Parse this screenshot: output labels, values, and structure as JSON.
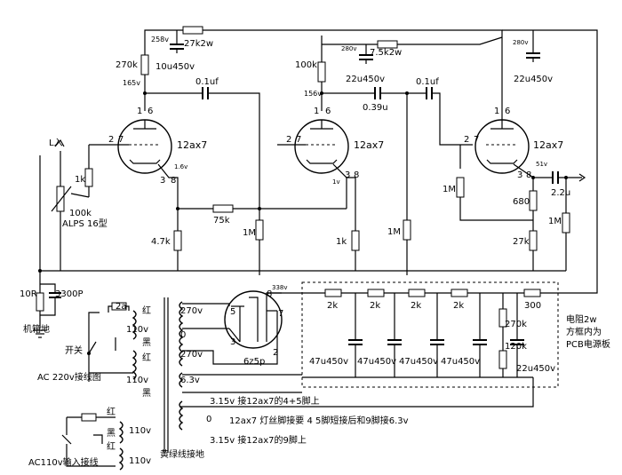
{
  "stage1": {
    "v_top": "258v",
    "r_supply": "27k2w",
    "cap_supply": "10u450v",
    "r_plate": "270k",
    "v_plate": "165v",
    "coupling_cap": "0.1uf",
    "pin_plate": "1",
    "pin_plate2": "6",
    "pin_grid": "2",
    "pin_grid2": "7",
    "tube": "12ax7",
    "v_cathode": "1.6v",
    "pin_cathode": "3",
    "pin_cathode2": "8",
    "r_grid": "1k",
    "pot": "100k",
    "pot_type": "ALPS 16型",
    "input_label": "L入",
    "r_cathode": "4.7k",
    "r_feedback": "75k",
    "r_grid2": "1M"
  },
  "stage2": {
    "v_top": "280v",
    "r_supply": "7.5k2w",
    "cap_supply": "22u450v",
    "r_plate": "100k",
    "v_plate": "156v",
    "coupling_cap": "0.39u",
    "pin_plate": "1",
    "pin_plate2": "6",
    "pin_grid": "2",
    "pin_grid2": "7",
    "tube": "12ax7",
    "v_cathode": "1v",
    "pin_cathode": "3",
    "pin_cathode2": "8",
    "r_cathode": "1k",
    "r_grid3": "1M"
  },
  "stage3": {
    "v_top": "280v",
    "cap_supply": "22u450v",
    "coupling_cap": "0.1uf",
    "pin_plate": "1",
    "pin_plate2": "6",
    "pin_grid": "2",
    "pin_grid2": "7",
    "tube": "12ax7",
    "v_cathode": "51v",
    "pin_cathode": "3",
    "pin_cathode2": "8",
    "r_grid": "1M",
    "r_cathode": "680",
    "r_cathode2": "27k",
    "out_cap": "2.2u",
    "r_out": "1M"
  },
  "ground": {
    "r": "10R",
    "c": "3300P",
    "label": "机箱地"
  },
  "power": {
    "fuse": "2a",
    "red1": "红",
    "v110_1": "110v",
    "black1": "黑",
    "red2": "红",
    "v110_2": "110v",
    "black2": "黑",
    "switch": "开关",
    "ac220": "AC 220v接线图",
    "tap270a": "270v",
    "tap0": "0",
    "tap270b": "270v",
    "tap63": "6.3v",
    "rect_pin5": "5",
    "rect_pin3": "3",
    "rect_pin8": "8",
    "rect_pin7": "7",
    "rect_pin2": "2",
    "rect_type": "6z5p",
    "v_hv": "338v",
    "filter_r": [
      "2k",
      "2k",
      "2k",
      "2k",
      "300"
    ],
    "filter_c": [
      "47u450v",
      "47u450v",
      "47u450v",
      "47u450v",
      "22u450v"
    ],
    "bleed1": "270k",
    "bleed2": "120k",
    "pcb_note_1": "电阻2w",
    "pcb_note_2": "方框内为",
    "pcb_note_3": "PCB电源板",
    "heater_a": "3.15v 接12ax7的4+5脚上",
    "heater_0": "0",
    "heater_note": "12ax7 灯丝脚接要 4 5脚短接后和9脚接6.3v",
    "heater_b": "3.15v 接12ax7的9脚上",
    "yellow_green": "黄绿线接地",
    "red3": "红",
    "black3": "黑",
    "v110_3": "110v",
    "v110_4": "110v",
    "ac110": "AC110v输入接线",
    "red4": "红"
  }
}
